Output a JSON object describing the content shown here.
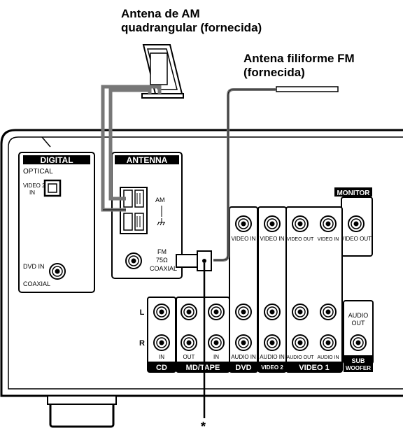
{
  "callouts": {
    "am_antenna_line1": "Antena de AM",
    "am_antenna_line2": "quadrangular (fornecida)",
    "fm_antenna_line1": "Antena filiforme FM",
    "fm_antenna_line2": "(fornecida)",
    "asterisk": "*"
  },
  "panel": {
    "digital": {
      "header": "DIGITAL",
      "optical": "OPTICAL",
      "video2_in_line1": "VIDEO 2",
      "video2_in_line2": "IN",
      "dvd_in": "DVD IN",
      "coaxial": "COAXIAL"
    },
    "antenna": {
      "header": "ANTENNA",
      "am": "AM",
      "fm": "FM",
      "fm_ohm": "75Ω",
      "fm_coaxial": "COAXIAL"
    },
    "monitor": {
      "header": "MONITOR",
      "video_out": "VIDEO OUT"
    },
    "jacks": {
      "video_in": "VIDEO IN",
      "video_out": "VIDEO OUT",
      "audio_in": "AUDIO IN",
      "audio_out": "AUDIO OUT",
      "out": "OUT",
      "in": "IN",
      "left": "L",
      "right": "R",
      "sub_audio_line1": "AUDIO",
      "sub_audio_line2": "OUT"
    },
    "sections": {
      "cd": "CD",
      "md_tape": "MD/TAPE",
      "dvd": "DVD",
      "video2": "VIDEO 2",
      "video1": "VIDEO 1",
      "sub_line1": "SUB",
      "sub_line2": "WOOFER"
    }
  }
}
